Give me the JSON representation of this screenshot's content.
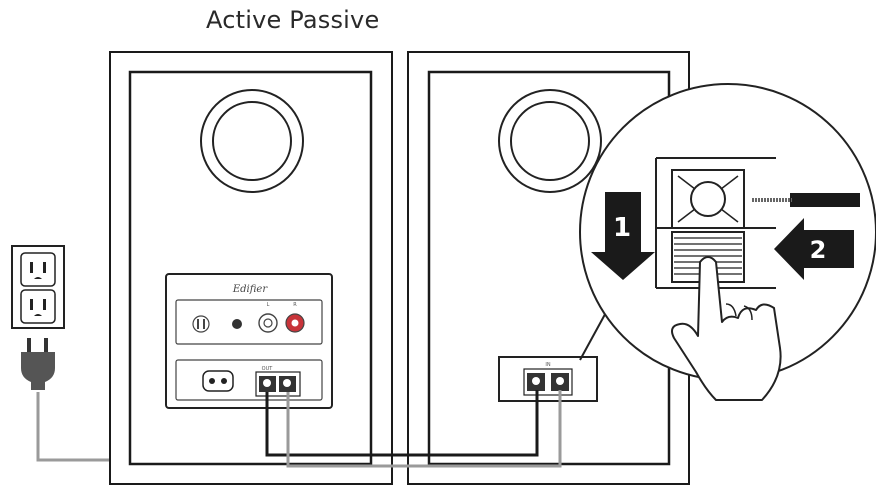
{
  "title": "Active Passive",
  "brand": "Edifier",
  "steps": {
    "one": "1",
    "two": "2"
  },
  "labels": {
    "port_left": "L",
    "port_right": "R",
    "port_in": "IN",
    "port_out": "OUT"
  },
  "icons": [
    "wall-outlet-icon",
    "power-plug-icon",
    "hand-pointer-icon",
    "arrow-down-icon",
    "arrow-left-icon"
  ],
  "colors": {
    "rca_red": "#c8343a",
    "line": "#1a1a1a",
    "cable_gray": "#9a9a9a"
  }
}
